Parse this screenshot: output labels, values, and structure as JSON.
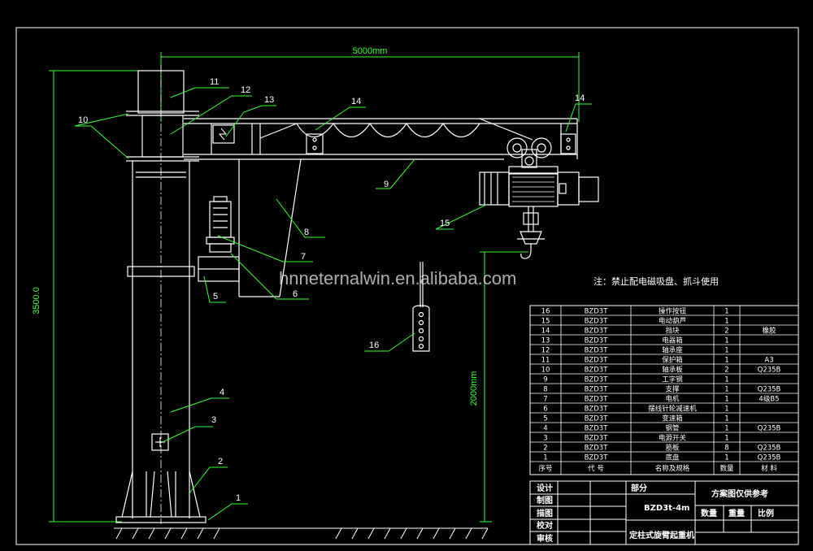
{
  "dimensions": {
    "width": "5000mm",
    "height": "3500.0",
    "hook_height": "2000mm"
  },
  "callouts": [
    "1",
    "2",
    "3",
    "4",
    "5",
    "6",
    "7",
    "8",
    "9",
    "10",
    "11",
    "12",
    "13",
    "14",
    "14",
    "15",
    "16"
  ],
  "note": "注：禁止配电磁吸盘、抓斗使用",
  "watermark": "hnneternalwin.en.alibaba.com",
  "parts_table": {
    "rows": [
      {
        "no": "16",
        "code": "BZD3T",
        "name": "操作按钮",
        "qty": "1",
        "material": ""
      },
      {
        "no": "15",
        "code": "BZD3T",
        "name": "电动葫芦",
        "qty": "1",
        "material": ""
      },
      {
        "no": "14",
        "code": "BZD3T",
        "name": "挡块",
        "qty": "2",
        "material": "橡胶"
      },
      {
        "no": "13",
        "code": "BZD3T",
        "name": "电器箱",
        "qty": "1",
        "material": ""
      },
      {
        "no": "12",
        "code": "BZD3T",
        "name": "轴承座",
        "qty": "1",
        "material": ""
      },
      {
        "no": "11",
        "code": "BZD3T",
        "name": "保护箱",
        "qty": "1",
        "material": "A3"
      },
      {
        "no": "10",
        "code": "BZD3T",
        "name": "轴承板",
        "qty": "2",
        "material": "Q235B"
      },
      {
        "no": "9",
        "code": "BZD3T",
        "name": "工字钢",
        "qty": "1",
        "material": ""
      },
      {
        "no": "8",
        "code": "BZD3T",
        "name": "支撑",
        "qty": "1",
        "material": "Q235B"
      },
      {
        "no": "7",
        "code": "BZD3T",
        "name": "电机",
        "qty": "1",
        "material": "4级B5"
      },
      {
        "no": "6",
        "code": "BZD3T",
        "name": "摆线针轮减速机",
        "qty": "1",
        "material": ""
      },
      {
        "no": "5",
        "code": "BZD3T",
        "name": "变速箱",
        "qty": "1",
        "material": ""
      },
      {
        "no": "4",
        "code": "BZD3T",
        "name": "钢管",
        "qty": "1",
        "material": "Q235B"
      },
      {
        "no": "3",
        "code": "BZD3T",
        "name": "电源开关",
        "qty": "1",
        "material": ""
      },
      {
        "no": "2",
        "code": "BZD3T",
        "name": "筋板",
        "qty": "8",
        "material": "Q235B"
      },
      {
        "no": "1",
        "code": "BZD3T",
        "name": "底盘",
        "qty": "1",
        "material": "Q235B"
      }
    ],
    "header": {
      "no": "序号",
      "code": "代  号",
      "name": "名称及规格",
      "qty": "数量",
      "material": "材  料"
    }
  },
  "title_block": {
    "design": "设计",
    "draw": "制图",
    "trace": "描图",
    "check": "校对",
    "approve": "审核",
    "department": "部分",
    "drawing_no": "BZD3t-4m",
    "title": "定柱式旋臂起重机",
    "scheme_note": "方案图仅供参考",
    "quantity": "数量",
    "weight": "重量",
    "scale": "比例"
  },
  "colors": {
    "structure": "#ffffff",
    "leader": "#33ff33",
    "background": "#000000"
  }
}
